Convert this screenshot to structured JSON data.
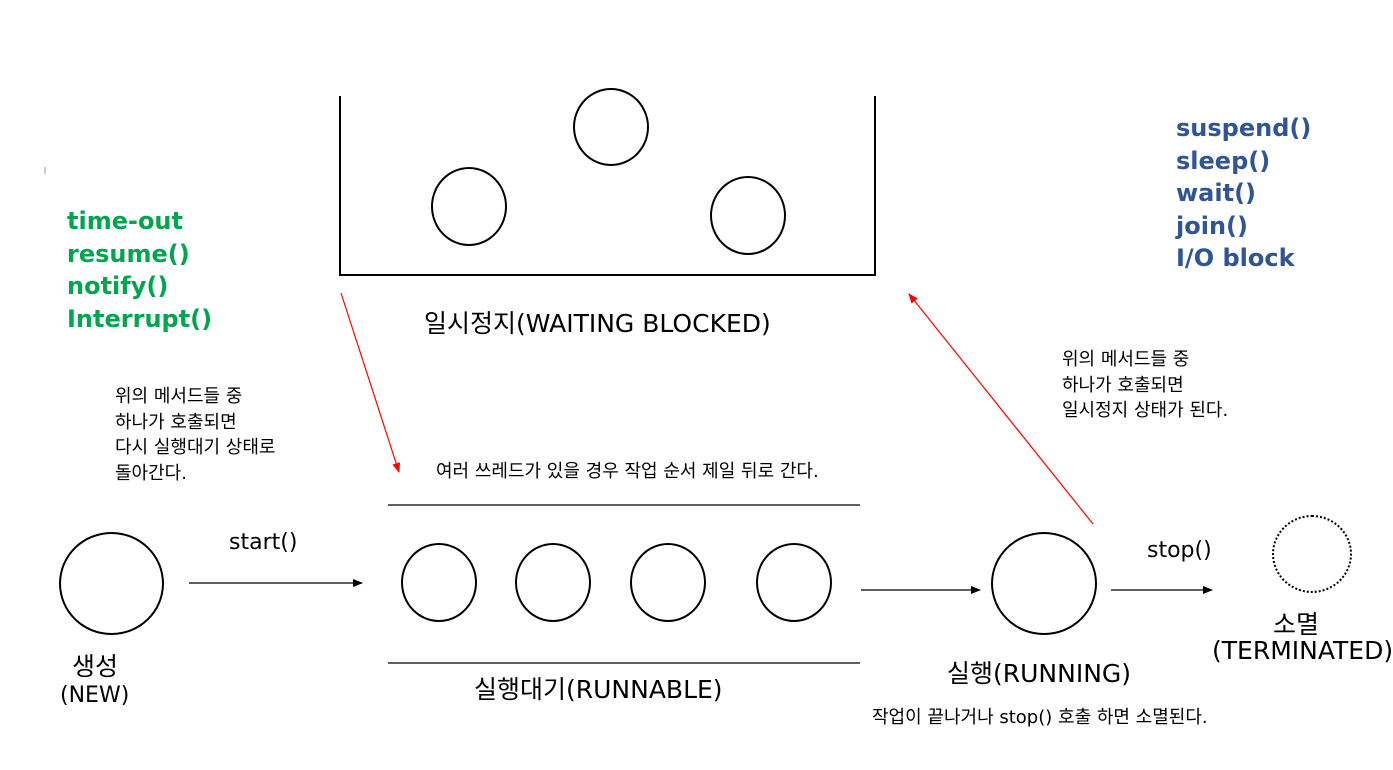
{
  "states": {
    "new": {
      "title": "생성",
      "sub": "(NEW)"
    },
    "runnable": {
      "label": "실행대기(RUNNABLE)"
    },
    "running": {
      "label": "실행(RUNNING)"
    },
    "waiting": {
      "label": "일시정지(WAITING BLOCKED)"
    },
    "terminated": {
      "title": "소멸",
      "sub": "(TERMINATED)"
    }
  },
  "transitions": {
    "start": "start()",
    "stop": "stop()"
  },
  "resume_methods": [
    "time-out",
    "resume()",
    "notify()",
    "Interrupt()"
  ],
  "block_methods": [
    "suspend()",
    "sleep()",
    "wait()",
    "join()",
    "I/O block"
  ],
  "notes": {
    "resume": [
      "위의 메서드들 중",
      "하나가 호출되면",
      "다시 실행대기 상태로",
      "돌아간다."
    ],
    "block": [
      "위의 메서드들 중",
      "하나가 호출되면",
      "일시정지 상태가 된다."
    ],
    "queue": "여러 쓰레드가 있을 경우 작업 순서 제일 뒤로 간다.",
    "terminate": "작업이 끝나거나 stop() 호출 하면 소멸된다."
  },
  "colors": {
    "resume_methods": "#00a64f",
    "block_methods": "#2f5597",
    "transition_arrow": "#ff0000"
  }
}
